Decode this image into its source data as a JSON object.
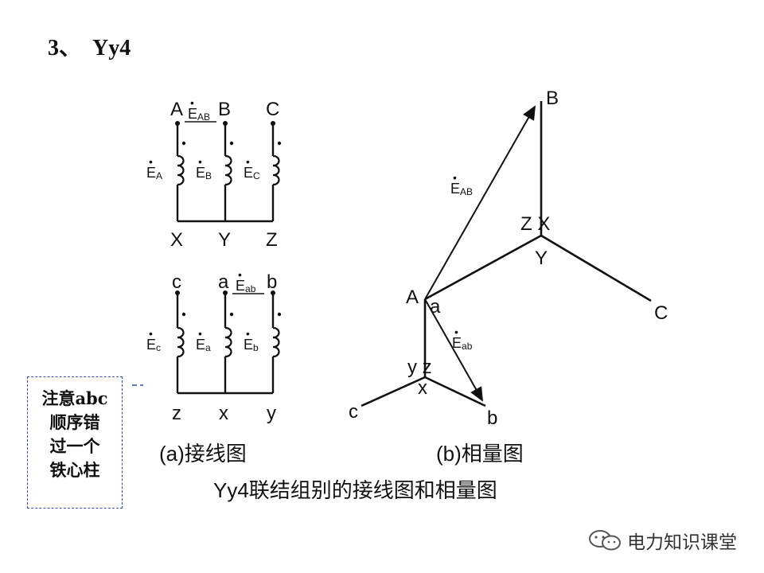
{
  "title": {
    "number": "3、",
    "text": "Yy4"
  },
  "wiring_top": {
    "terminals": [
      "A",
      "B",
      "C"
    ],
    "ends": [
      "X",
      "Y",
      "Z"
    ],
    "line_emf": {
      "letter": "E",
      "sub": "AB"
    },
    "coil_emfs": [
      {
        "letter": "E",
        "sub": "A"
      },
      {
        "letter": "E",
        "sub": "B"
      },
      {
        "letter": "E",
        "sub": "C"
      }
    ]
  },
  "wiring_bottom": {
    "terminals": [
      "c",
      "a",
      "b"
    ],
    "ends": [
      "z",
      "x",
      "y"
    ],
    "line_emf": {
      "letter": "E",
      "sub": "ab"
    },
    "coil_emfs": [
      {
        "letter": "E",
        "sub": "c"
      },
      {
        "letter": "E",
        "sub": "a"
      },
      {
        "letter": "E",
        "sub": "b"
      }
    ]
  },
  "phasor": {
    "B": "B",
    "C": "C",
    "ZX": "Z X",
    "Y": "Y",
    "A": "A",
    "a": "a",
    "EAB": {
      "letter": "E",
      "sub": "AB"
    },
    "Eab": {
      "letter": "E",
      "sub": "ab"
    },
    "yz": "y z",
    "x": "x",
    "c": "c",
    "b": "b"
  },
  "captions": {
    "a": "(a)接线图",
    "b": "(b)相量图",
    "main": "Yy4联结组别的接线图和相量图"
  },
  "note_lines": [
    "注意abc",
    "顺序错",
    "过一个",
    "铁心柱"
  ],
  "watermark": "电力知识课堂"
}
